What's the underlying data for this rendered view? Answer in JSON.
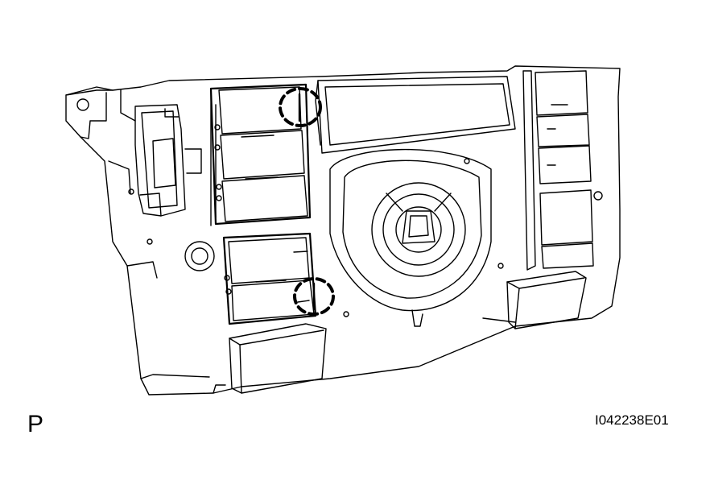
{
  "figure": {
    "view_letter": "P",
    "code": "I042238E01"
  },
  "colors": {
    "line": "#000000",
    "background": "#ffffff"
  },
  "callouts": [
    {
      "name": "upper-claw-callout",
      "shape": "dashed-circle"
    },
    {
      "name": "lower-claw-callout",
      "shape": "dashed-circle"
    }
  ]
}
